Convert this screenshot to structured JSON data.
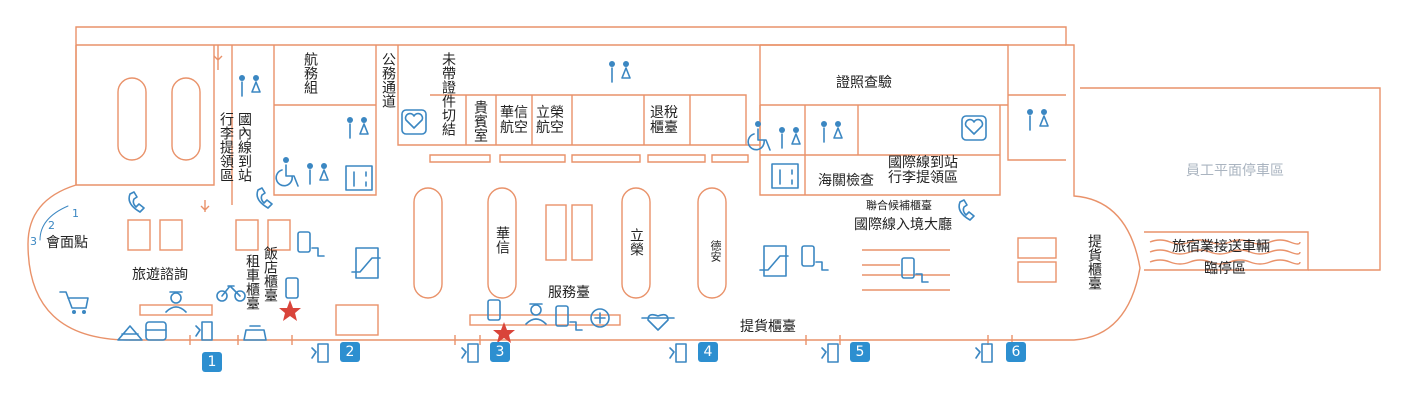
{
  "colors": {
    "wall": "#e9926a",
    "icon": "#3b87c2",
    "door_badge": "#2d8fd0",
    "star": "#d9443a",
    "muted_text": "#aab4c0"
  },
  "labels": {
    "aviation": "航務組",
    "public_passage": "公務通道",
    "unaccompanied": "未帶證件切結",
    "vip_room": "貴賓室",
    "uni_air": "華信航空",
    "far_eastern": "立榮航空",
    "tax_refund": "退稅櫃臺",
    "passport_control": "證照查驗",
    "customs": "海關檢查",
    "intl_arrival_baggage": "國際線到站行李提領區",
    "waiting_counter": "聯合候補櫃臺",
    "intl_hall": "國際線入境大廳",
    "dom_baggage_left": "行李提領區",
    "dom_baggage_right": "國內線到站",
    "staff_parking": "員工平面停車區",
    "hotel_pickup": "旅宿業接送車輛",
    "hotel_pickup_2": "臨停區",
    "pickup_counter_v": "提貨櫃臺",
    "pickup_counter_h": "提貨櫃臺",
    "meeting_point": "會面點",
    "tourist_info": "旅遊諮詢",
    "car_rental": "租車櫃臺",
    "hotel_counter": "飯店櫃臺",
    "service_desk": "服務臺",
    "carousel_uni": "華信",
    "carousel_far": "立榮",
    "carousel_deann": "德安"
  },
  "levels": [
    "1",
    "2",
    "3"
  ],
  "doors": [
    "1",
    "2",
    "3",
    "4",
    "5",
    "6"
  ],
  "icons": [
    "restroom-icon",
    "accessible-restroom-icon",
    "elevator-icon",
    "phone-icon",
    "nursing-room-icon",
    "escalator-icon",
    "charging-icon",
    "taxi-icon",
    "bus-icon",
    "bicycle-icon",
    "shopping-cart-icon",
    "post-icon",
    "police-icon",
    "first-aid-icon",
    "exit-door-icon",
    "you-are-here-star-icon"
  ]
}
